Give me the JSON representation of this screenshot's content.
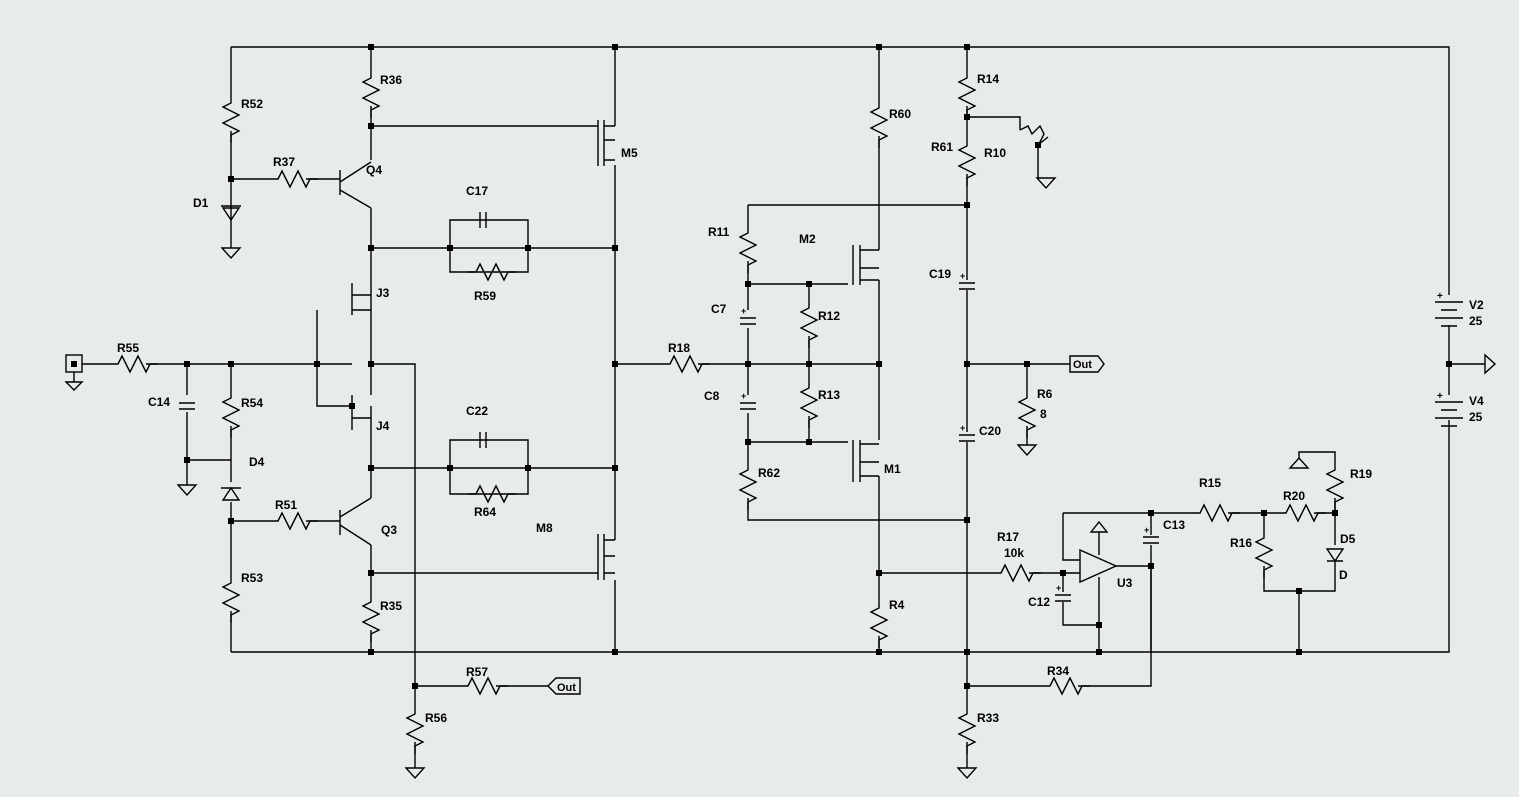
{
  "schematic": {
    "components": {
      "R52": "R52",
      "R36": "R36",
      "R37": "R37",
      "Q4": "Q4",
      "D1": "D1",
      "C17": "C17",
      "R59": "R59",
      "J3": "J3",
      "M5": "M5",
      "R55": "R55",
      "C14": "C14",
      "R54": "R54",
      "D4": "D4",
      "J4": "J4",
      "C22": "C22",
      "R64": "R64",
      "R51": "R51",
      "Q3": "Q3",
      "M8": "M8",
      "R53": "R53",
      "R35": "R35",
      "R57": "R57",
      "R56": "R56",
      "R18": "R18",
      "R11": "R11",
      "M2": "M2",
      "C7": "C7",
      "R12": "R12",
      "C8": "C8",
      "R13": "R13",
      "R62": "R62",
      "M1": "M1",
      "R60": "R60",
      "R4": "R4",
      "R14": "R14",
      "R61": "R61",
      "R10": "R10",
      "C19": "C19",
      "C20": "C20",
      "R6": "R6",
      "R6_value": "8",
      "R17": "R17",
      "R17_value": "10k",
      "C12": "C12",
      "U3": "U3",
      "C13": "C13",
      "R15": "R15",
      "R20": "R20",
      "R19": "R19",
      "R16": "R16",
      "D5": "D5",
      "D5_value": "D",
      "R34": "R34",
      "R33": "R33",
      "V2": "V2",
      "V2_value": "25",
      "V4": "V4",
      "V4_value": "25"
    },
    "net_labels": {
      "out_right": "Out",
      "out_bottom": "Out"
    }
  }
}
